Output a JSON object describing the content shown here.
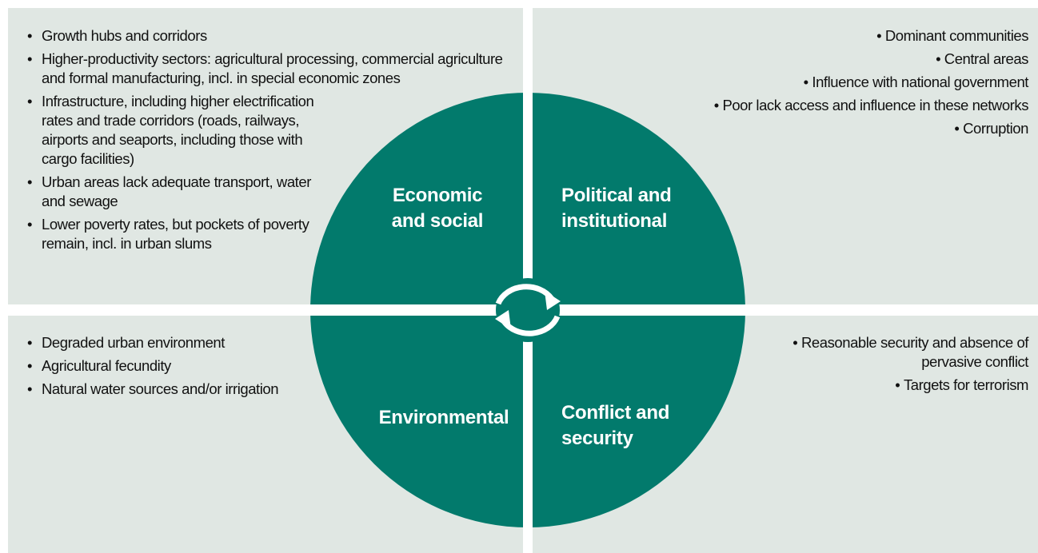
{
  "colors": {
    "panel_bg": "#e0e7e3",
    "circle_fill": "#027a6c",
    "divider": "#ffffff",
    "label_text": "#ffffff",
    "body_text": "#111111"
  },
  "quadrants": {
    "economic_social": {
      "label_line1": "Economic",
      "label_line2": "and social",
      "bullets": [
        "Growth hubs and corridors",
        "Higher-productivity sectors: agricultural processing, commercial agriculture and formal manufacturing, incl. in special economic zones",
        "Infrastructure, including higher electrification rates and  trade corridors (roads, railways, airports and seaports, including those with cargo facilities)",
        "Urban areas lack adequate transport, water and sewage",
        "Lower poverty rates, but pockets of poverty remain, incl. in urban slums"
      ]
    },
    "political_institutional": {
      "label_line1": "Political and",
      "label_line2": "institutional",
      "bullets": [
        "Dominant communities",
        "Central areas",
        "Influence with national government",
        "Poor lack access and influence in these networks",
        "Corruption"
      ]
    },
    "environmental": {
      "label_line1": "Environmental",
      "bullets": [
        "Degraded urban environment",
        "Agricultural fecundity",
        "Natural water sources and/or irrigation"
      ]
    },
    "conflict_security": {
      "label_line1": "Conflict and",
      "label_line2": "security",
      "bullets": [
        "Reasonable security and absence of pervasive conflict",
        "Targets for terrorism"
      ]
    }
  },
  "center_icon": "cycle-arrows-icon"
}
